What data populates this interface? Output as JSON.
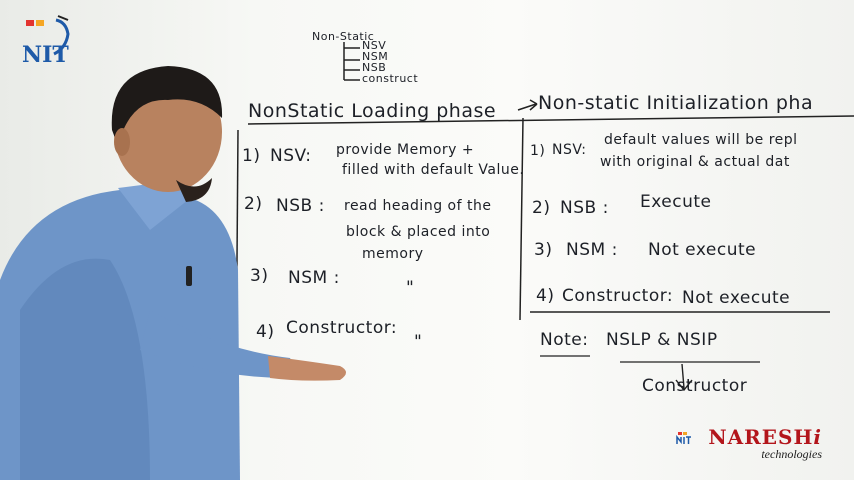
{
  "board": {
    "nonstatic_list": {
      "heading": "Non-Static",
      "items": [
        "NSV",
        "NSM",
        "NSB",
        "construct"
      ]
    },
    "left": {
      "title": "NonStatic Loading phase",
      "rows": [
        {
          "num": "1)",
          "key": "NSV:",
          "line1": "provide Memory +",
          "line2": "filled with default Value."
        },
        {
          "num": "2)",
          "key": "NSB :",
          "line1": "read heading of the",
          "line2": "block & placed into",
          "line3": "memory"
        },
        {
          "num": "3)",
          "key": "NSM :",
          "ditto": "\""
        },
        {
          "num": "4)",
          "key": "Constructor:",
          "ditto": "\""
        }
      ]
    },
    "right": {
      "title": "Non-static Initialization pha",
      "rows": [
        {
          "num": "1)",
          "key": "NSV:",
          "line1": "default values will be repl",
          "line2": "with original & actual dat"
        },
        {
          "num": "2)",
          "key": "NSB :",
          "value": "Execute"
        },
        {
          "num": "3)",
          "key": "NSM :",
          "value": "Not execute"
        },
        {
          "num": "4)",
          "key": "Constructor:",
          "value": "Not execute"
        }
      ],
      "note_label": "Note:",
      "note_text": "NSLP & NSIP",
      "note_target": "Constructor"
    }
  },
  "logo_text": "NIT",
  "brand": {
    "name": "NARESH",
    "suffix": "i",
    "sub": "technologies",
    "color": "#b3151b"
  }
}
